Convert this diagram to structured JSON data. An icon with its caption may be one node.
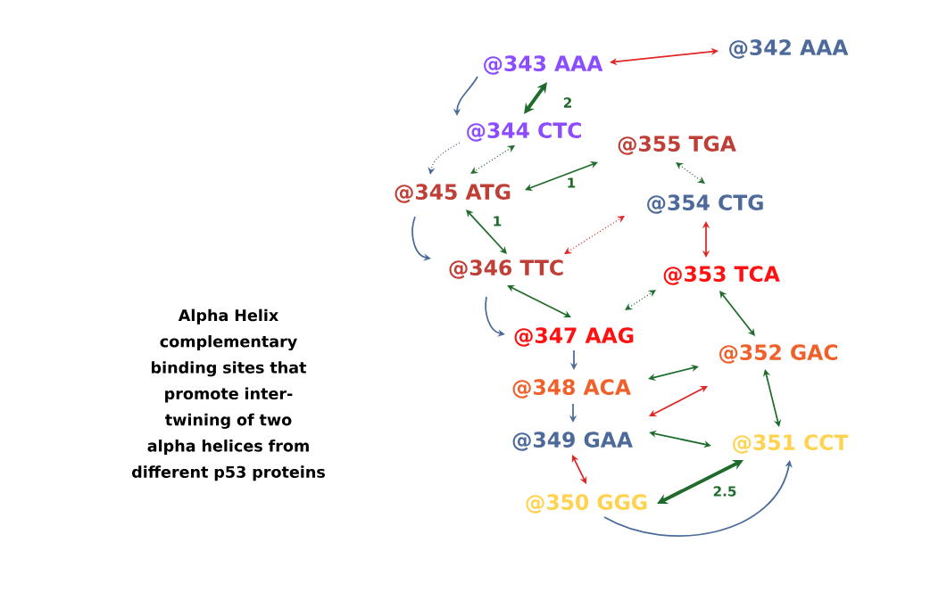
{
  "diagram": {
    "nodes": [
      {
        "text": [
          "@343 AAA"
        ]
      },
      {
        "text": [
          "@342 AAA"
        ]
      },
      {
        "text": [
          "@344 CTC"
        ]
      },
      {
        "text": [
          "@355 TGA"
        ]
      },
      {
        "text": [
          "@345 ATG"
        ]
      },
      {
        "text": [
          "@354 CTG"
        ]
      },
      {
        "text": [
          "@346 TTC"
        ]
      },
      {
        "text": [
          "@353 TCA"
        ]
      },
      {
        "text": [
          "@347 AAG"
        ]
      },
      {
        "text": [
          "@352 GAC"
        ]
      },
      {
        "text": [
          "@348 ACA"
        ]
      },
      {
        "text": [
          "@349 GAA"
        ]
      },
      {
        "text": [
          "@351 CCT"
        ]
      },
      {
        "text": [
          "@350 GGG"
        ]
      }
    ],
    "edges": [
      {
        "from": 0,
        "to": 1,
        "arrow": "both",
        "color": "#e02626"
      },
      {
        "from": 0,
        "to": 2,
        "arrow": "to",
        "color": "#4a6b9b"
      },
      {
        "from": 0,
        "to": 2,
        "arrow": "both",
        "label": "2",
        "style": "thick"
      },
      {
        "from": 2,
        "to": 4,
        "arrow": "to",
        "style": "dashed",
        "color": "#4a6b9b"
      },
      {
        "from": 2,
        "to": 4,
        "arrow": "both",
        "style": "dashed"
      },
      {
        "from": 4,
        "to": 3,
        "arrow": "both",
        "label": "1"
      },
      {
        "from": 3,
        "to": 5,
        "arrow": "both",
        "style": "dashed"
      },
      {
        "from": 4,
        "to": 6,
        "arrow": "to",
        "color": "#4a6b9b"
      },
      {
        "from": 4,
        "to": 6,
        "arrow": "both",
        "label": "1"
      },
      {
        "from": 6,
        "to": 5,
        "arrow": "both",
        "style": "dashed",
        "color": "#e02626"
      },
      {
        "from": 5,
        "to": 7,
        "arrow": "both",
        "color": "#e02626"
      },
      {
        "from": 6,
        "to": 8,
        "arrow": "to",
        "color": "#4a6b9b"
      },
      {
        "from": 6,
        "to": 8,
        "arrow": "both"
      },
      {
        "from": 8,
        "to": 7,
        "arrow": "both",
        "style": "dashed"
      },
      {
        "from": 7,
        "to": 9,
        "arrow": "both"
      },
      {
        "from": 8,
        "to": 10,
        "arrow": "to",
        "color": "#4a6b9b"
      },
      {
        "from": 10,
        "to": 9,
        "arrow": "both"
      },
      {
        "from": 11,
        "to": 9,
        "arrow": "both",
        "color": "#e02626"
      },
      {
        "from": 10,
        "to": 11,
        "arrow": "to",
        "color": "#4a6b9b"
      },
      {
        "from": 11,
        "to": 12,
        "arrow": "both"
      },
      {
        "from": 9,
        "to": 12,
        "arrow": "both"
      },
      {
        "from": 11,
        "to": 13,
        "arrow": "both",
        "color": "#e02626"
      },
      {
        "from": 13,
        "to": 12,
        "arrow": "both",
        "label": "2.5",
        "style": "thick"
      },
      {
        "from": 13,
        "to": 12,
        "arrow": "to",
        "color": "#4a6b9b"
      }
    ],
    "labels": [
      "Alpha Helix complementary binding sites that promote inter-twining of two alpha helices from different p53 proteins"
    ]
  }
}
